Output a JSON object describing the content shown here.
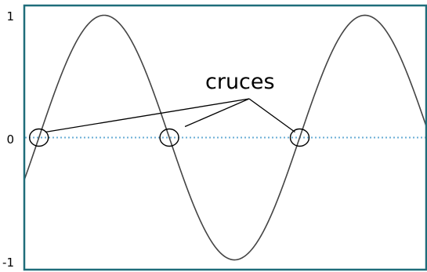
{
  "chart_data": {
    "type": "line",
    "title": "",
    "xlabel": "",
    "ylabel": "",
    "xlim": [
      0,
      1
    ],
    "ylim": [
      -1.08,
      1.08
    ],
    "y_ticks": [
      {
        "value": 1,
        "label": "1"
      },
      {
        "value": 0,
        "label": "0"
      },
      {
        "value": -1,
        "label": "-1"
      }
    ],
    "grid": false,
    "legend": "none",
    "series": [
      {
        "kind": "sine",
        "amplitude": 1,
        "period": 0.6488,
        "phase": 0.0364,
        "color": "#444444"
      },
      {
        "kind": "zero-line",
        "y": 0,
        "style": "dotted",
        "color": "#6aaed6"
      }
    ],
    "annotation": {
      "text": "cruces",
      "crossings_x": [
        0.0364,
        0.3608,
        0.6852
      ],
      "color": "#000000"
    },
    "colors": {
      "frame": "#1f6d7a",
      "background": "#ffffff"
    }
  }
}
